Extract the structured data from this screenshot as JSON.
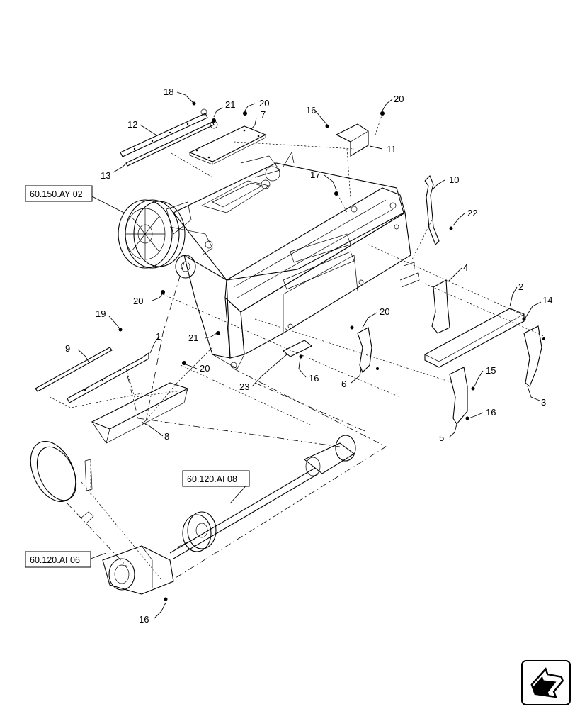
{
  "callouts": [
    {
      "id": "c18",
      "text": "18"
    },
    {
      "id": "c21a",
      "text": "21"
    },
    {
      "id": "c20a",
      "text": "20"
    },
    {
      "id": "c7",
      "text": "7"
    },
    {
      "id": "c12",
      "text": "12"
    },
    {
      "id": "c13",
      "text": "13"
    },
    {
      "id": "c16a",
      "text": "16"
    },
    {
      "id": "c20b",
      "text": "20"
    },
    {
      "id": "c11",
      "text": "11"
    },
    {
      "id": "c17",
      "text": "17"
    },
    {
      "id": "c10",
      "text": "10"
    },
    {
      "id": "c22",
      "text": "22"
    },
    {
      "id": "c4",
      "text": "4"
    },
    {
      "id": "c2",
      "text": "2"
    },
    {
      "id": "c14",
      "text": "14"
    },
    {
      "id": "c20c",
      "text": "20"
    },
    {
      "id": "c19",
      "text": "19"
    },
    {
      "id": "c1",
      "text": "1"
    },
    {
      "id": "c9",
      "text": "9"
    },
    {
      "id": "c20d",
      "text": "20"
    },
    {
      "id": "c21b",
      "text": "21"
    },
    {
      "id": "c20e",
      "text": "20"
    },
    {
      "id": "c23",
      "text": "23"
    },
    {
      "id": "c16b",
      "text": "16"
    },
    {
      "id": "c6",
      "text": "6"
    },
    {
      "id": "c15",
      "text": "15"
    },
    {
      "id": "c16c",
      "text": "16"
    },
    {
      "id": "c3",
      "text": "3"
    },
    {
      "id": "c5",
      "text": "5"
    },
    {
      "id": "c8",
      "text": "8"
    },
    {
      "id": "c16d",
      "text": "16"
    }
  ],
  "references": {
    "ay02": "60.150.AY 02",
    "ai08": "60.120.AI 08",
    "ai06": "60.120.AI 06"
  },
  "icons": {
    "nav": "next-page-arrow-icon"
  }
}
